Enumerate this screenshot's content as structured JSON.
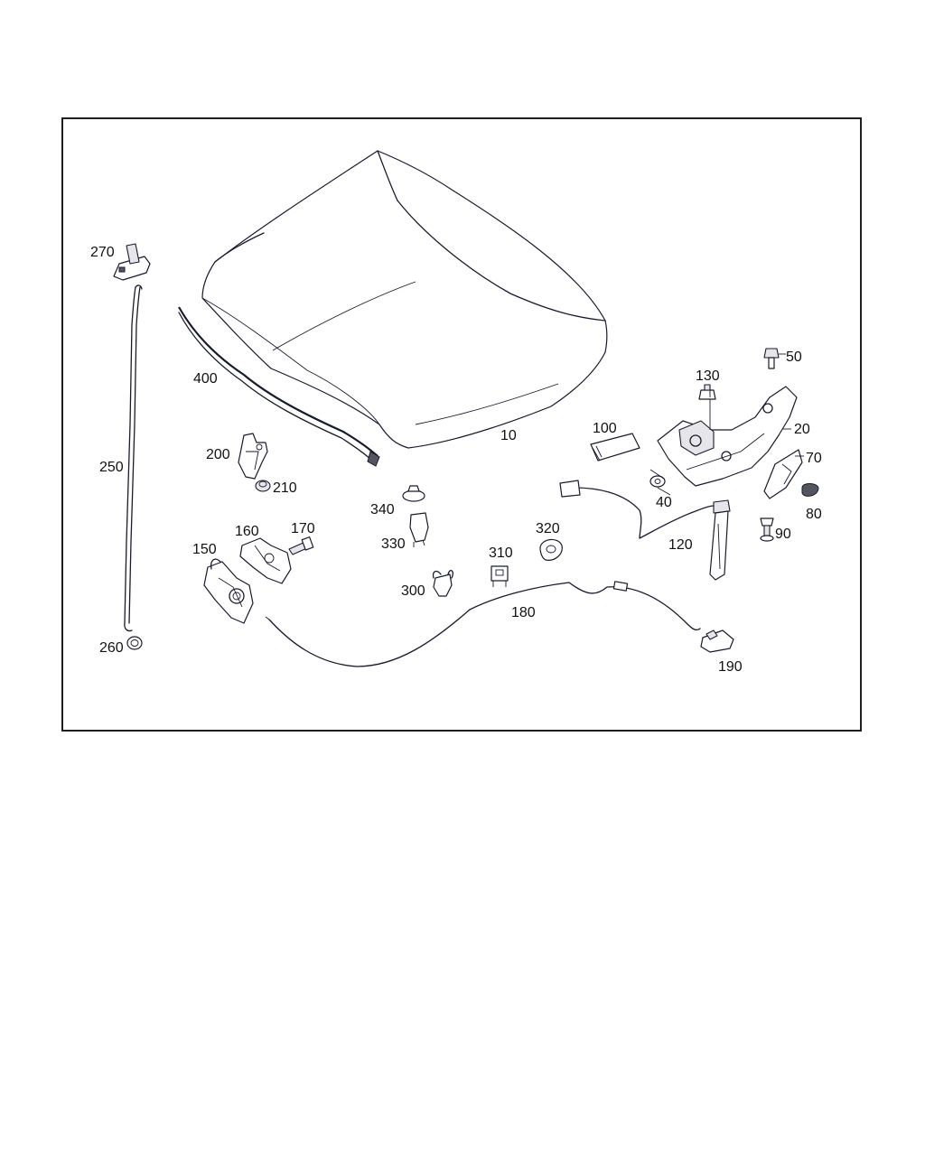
{
  "diagram": {
    "labels": {
      "p10": "10",
      "p20": "20",
      "p40": "40",
      "p50": "50",
      "p70": "70",
      "p80": "80",
      "p90": "90",
      "p100": "100",
      "p120": "120",
      "p130": "130",
      "p150": "150",
      "p160": "160",
      "p170": "170",
      "p180": "180",
      "p190": "190",
      "p200": "200",
      "p210": "210",
      "p250": "250",
      "p260": "260",
      "p270": "270",
      "p300": "300",
      "p310": "310",
      "p320": "320",
      "p330": "330",
      "p340": "340",
      "p400": "400"
    },
    "line_color": "#1a1a2e",
    "frame_color": "#1f1f1f"
  }
}
